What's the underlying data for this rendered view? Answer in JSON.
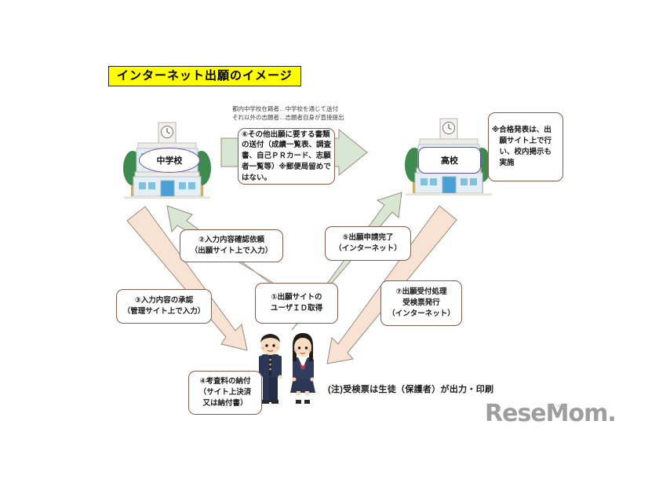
{
  "title": {
    "text": "インターネット出願のイメージ",
    "bg_color": "#ffff00",
    "border_color": "#222222"
  },
  "notes": {
    "top": "都内中学校在籍者…中学校を通じて送付\nそれ以外の志願者…志願者自身が直接提出",
    "top_line1": "都内中学校在籍者…中学校を通じて送付",
    "top_line2": "それ以外の志願者…志願者自身が直接提出",
    "bottom": "(注)受検票は生徒（保護者）が出力・印刷"
  },
  "entities": {
    "junior_high_school": {
      "label": "中学校",
      "shape": "ellipse",
      "outline_color": "#6b4fa0",
      "icon": "school-building-icon"
    },
    "high_school": {
      "label": "高校",
      "shape": "rounded-rect",
      "outline_color": "#6b4fa0",
      "icon": "school-building-icon"
    },
    "students": {
      "icon": "students-pair-icon",
      "description": "男子生徒・女子生徒"
    }
  },
  "steps": [
    {
      "id": "step1",
      "number": "①",
      "text": "①出願サイトの\nユーザＩＤ取得",
      "lines": [
        "①出願サイトの",
        "ユーザＩＤ取得"
      ]
    },
    {
      "id": "step2",
      "number": "②",
      "text": "②入力内容確認依頼\n（出願サイト上で入力）",
      "lines": [
        "②入力内容確認依頼",
        "（出願サイト上で入力）"
      ]
    },
    {
      "id": "step3",
      "number": "③",
      "text": "③入力内容の承認\n（管理サイト上で入力）",
      "lines": [
        "③入力内容の承認",
        "（管理サイト上で入力）"
      ]
    },
    {
      "id": "step4",
      "number": "④",
      "text": "④考査料の納付\n（サイト上決済\n又は納付書）",
      "lines": [
        "④考査料の納付",
        "（サイト上決済",
        "又は納付書）"
      ]
    },
    {
      "id": "step5",
      "number": "⑤",
      "text": "⑤出願申請完了\n（インターネット）",
      "lines": [
        "⑤出願申請完了",
        "（インターネット）"
      ]
    },
    {
      "id": "step6",
      "number": "⑥",
      "text": "⑥その他出願に要する書類の送付（成績一覧表、調査書、自己ＰＲカード、志願者一覧等）※郵便局留めではない。",
      "lines": [
        "⑥その他出願に要する書類",
        "の送付（成績一覧表、調査",
        "書、自己ＰＲカード、志願",
        "者一覧等）※郵便局留めで",
        "はない。"
      ]
    },
    {
      "id": "step7",
      "number": "⑦",
      "text": "⑦出願受付処理\n受検票発行\n（インターネット）",
      "lines": [
        "⑦出願受付処理",
        "受検票発行",
        "（インターネット）"
      ]
    }
  ],
  "side_note": {
    "text": "※合格発表は、出願サイト上で行い、校内掲示も実施",
    "lines": [
      "※合格発表は、出",
      "　願サイト上で行",
      "　い、校内掲示も",
      "　実施"
    ]
  },
  "logo": {
    "text": "ReseMom.",
    "ruby": "リセマム",
    "color": "#9e9e9e"
  },
  "colors": {
    "arrow_green": "#d8e6d4",
    "arrow_beige": "#f7e2d3",
    "arrow_outline": "#9b8a7a",
    "box_border": "#8a5a4a",
    "label_outline": "#6b4fa0",
    "accent_yellow": "#ffff00"
  },
  "arrows": [
    {
      "name": "arrow-student-to-jhs",
      "color": "#d8e6d4",
      "direction": "up-left",
      "label_ref": "step2"
    },
    {
      "name": "arrow-jhs-to-student",
      "color": "#f7e2d3",
      "direction": "down-right",
      "label_ref": "step3"
    },
    {
      "name": "arrow-student-to-hs",
      "color": "#d8e6d4",
      "direction": "up-right",
      "label_ref": "step5"
    },
    {
      "name": "arrow-hs-to-student",
      "color": "#f7e2d3",
      "direction": "down-left",
      "label_ref": "step7"
    },
    {
      "name": "arrow-jhs-to-hs",
      "color": "#d8e6d4",
      "direction": "right",
      "label_ref": "step6"
    }
  ]
}
